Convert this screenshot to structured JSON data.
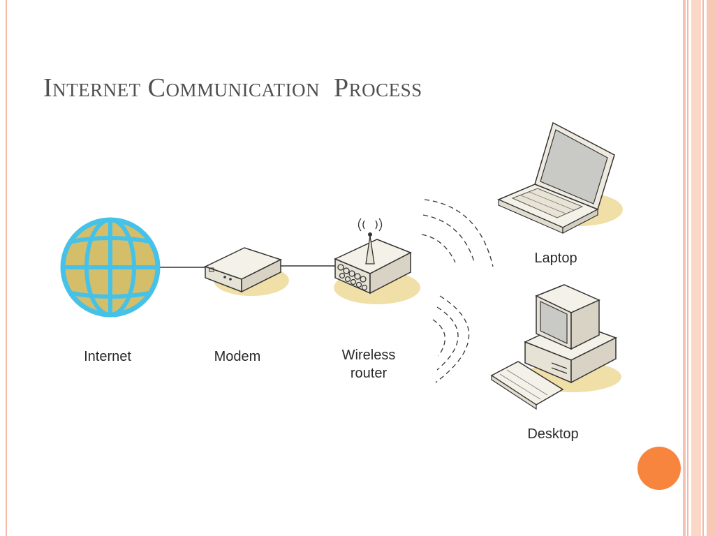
{
  "slide": {
    "title": "Internet Communication  Process"
  },
  "diagram": {
    "nodes": {
      "internet": {
        "label": "Internet",
        "icon": "globe-icon"
      },
      "modem": {
        "label": "Modem",
        "icon": "modem-icon"
      },
      "router": {
        "label_line1": "Wireless",
        "label_line2": "router",
        "icon": "wireless-router-icon"
      },
      "laptop": {
        "label": "Laptop",
        "icon": "laptop-icon"
      },
      "desktop": {
        "label": "Desktop",
        "icon": "desktop-computer-icon"
      }
    },
    "connections": [
      {
        "from": "internet",
        "to": "modem",
        "type": "wired"
      },
      {
        "from": "modem",
        "to": "router",
        "type": "wired"
      },
      {
        "from": "router",
        "to": "laptop",
        "type": "wireless"
      },
      {
        "from": "router",
        "to": "desktop",
        "type": "wireless"
      }
    ]
  },
  "colors": {
    "title_text": "#4f4f4f",
    "globe_fill": "#d4be6a",
    "globe_lines": "#46c2e8",
    "accent_orange": "#f7853e",
    "border_salmon": "#f3b8a6",
    "device_fill": "#f2efe6",
    "device_shadow": "#f1dfa8"
  }
}
